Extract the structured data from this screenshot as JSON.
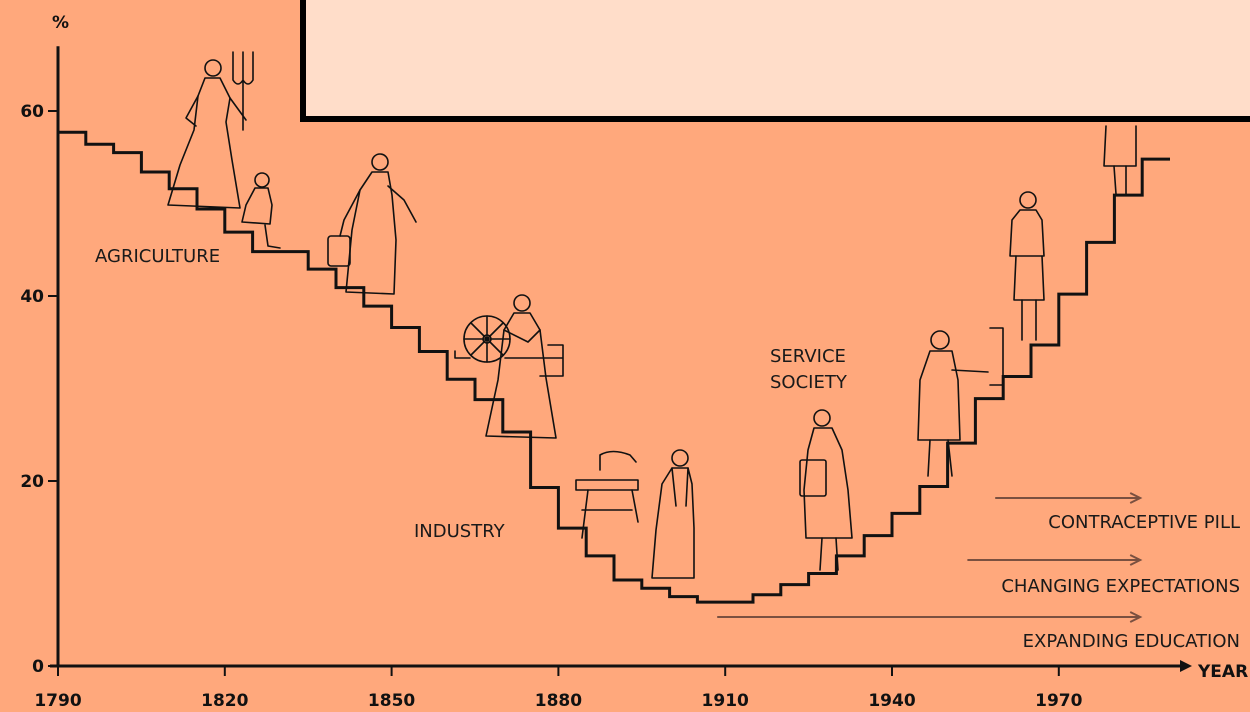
{
  "chart_data": {
    "type": "line",
    "title": "",
    "xlabel": "YEAR",
    "ylabel": "%",
    "xlim": [
      1790,
      1990
    ],
    "ylim": [
      0,
      67
    ],
    "x_ticks": [
      1790,
      1820,
      1850,
      1880,
      1910,
      1940,
      1970
    ],
    "y_ticks": [
      0,
      20,
      40,
      60
    ],
    "grid": false,
    "step": true,
    "series": [
      {
        "x": [
          1790,
          1795,
          1800,
          1805,
          1810,
          1815,
          1820,
          1825,
          1830,
          1835,
          1840,
          1845,
          1850,
          1855,
          1860,
          1865,
          1870,
          1875,
          1880,
          1885,
          1890,
          1895,
          1900,
          1905,
          1910,
          1915,
          1920,
          1925,
          1930,
          1935,
          1940,
          1945,
          1950,
          1955,
          1960,
          1965,
          1970,
          1975,
          1980,
          1985
        ],
        "values": [
          57.7,
          56.4,
          55.5,
          53.4,
          51.6,
          49.4,
          46.9,
          44.8,
          44.8,
          42.9,
          40.9,
          38.9,
          36.6,
          34.0,
          31.0,
          28.8,
          25.3,
          19.3,
          14.9,
          11.9,
          9.3,
          8.4,
          7.5,
          6.9,
          6.9,
          7.7,
          8.8,
          10.0,
          11.9,
          14.1,
          16.5,
          19.4,
          24.1,
          28.9,
          31.3,
          34.7,
          40.2,
          45.8,
          50.9,
          54.8
        ]
      }
    ],
    "annotations": {
      "agriculture": "AGRICULTURE",
      "industry": "INDUSTRY",
      "service_line1": "SERVICE",
      "service_line2": "SOCIETY"
    },
    "arrows": [
      {
        "label": "CONTRACEPTIVE PILL",
        "x_start": 1960,
        "x_end": 1985
      },
      {
        "label": "CHANGING EXPECTATIONS",
        "x_start": 1955,
        "x_end": 1985
      },
      {
        "label": "EXPANDING EDUCATION",
        "x_start": 1910,
        "x_end": 1985
      }
    ],
    "colors": {
      "background": "#FFA87C",
      "line": "#111111",
      "arrow": "#7A5040",
      "cover": "#FFDDC9"
    }
  }
}
